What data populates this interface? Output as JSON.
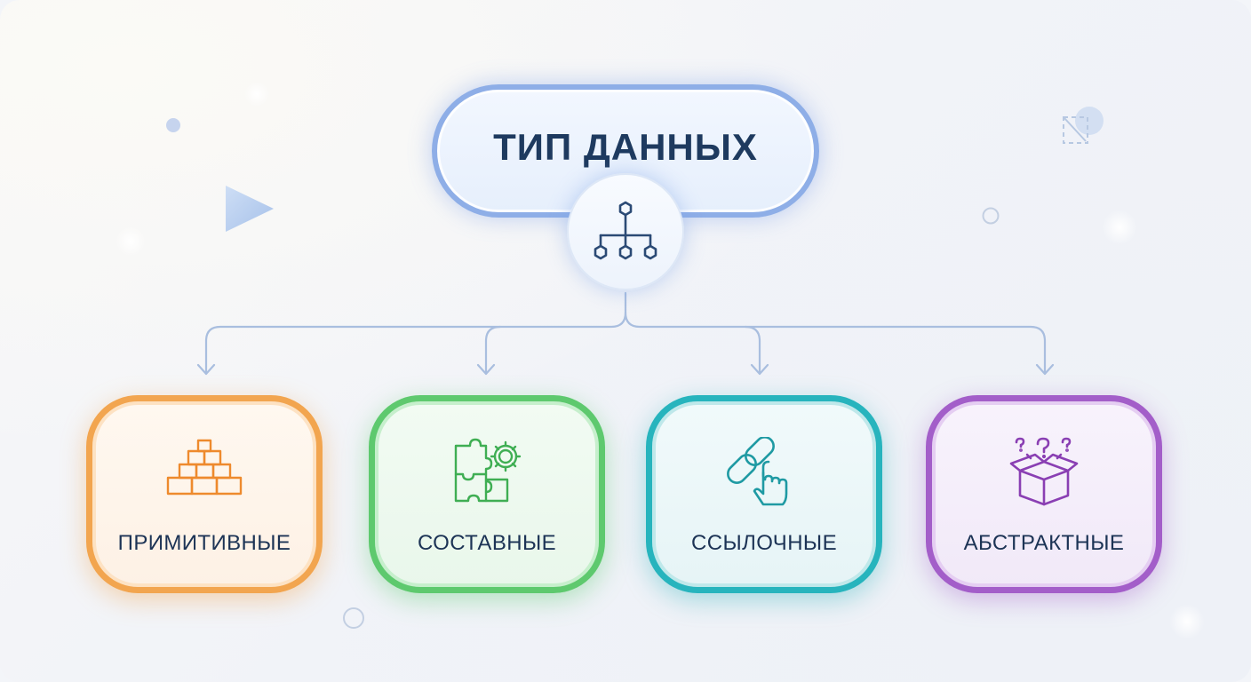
{
  "diagram": {
    "root": {
      "title": "ТИП ДАННЫХ",
      "icon": "hierarchy-icon"
    },
    "categories": [
      {
        "label": "ПРИМИТИВНЫЕ",
        "icon": "stacked-blocks-icon",
        "color": "#f2a54f"
      },
      {
        "label": "СОСТАВНЫЕ",
        "icon": "puzzle-gear-icon",
        "color": "#5ec96e"
      },
      {
        "label": "ССЫЛОЧНЫЕ",
        "icon": "link-pointer-icon",
        "color": "#27b4bd"
      },
      {
        "label": "АБСТРАКТНЫЕ",
        "icon": "mystery-box-icon",
        "color": "#a35ec9"
      }
    ],
    "connector_color": "#a9bedf",
    "root_color": "#8eaee7"
  }
}
